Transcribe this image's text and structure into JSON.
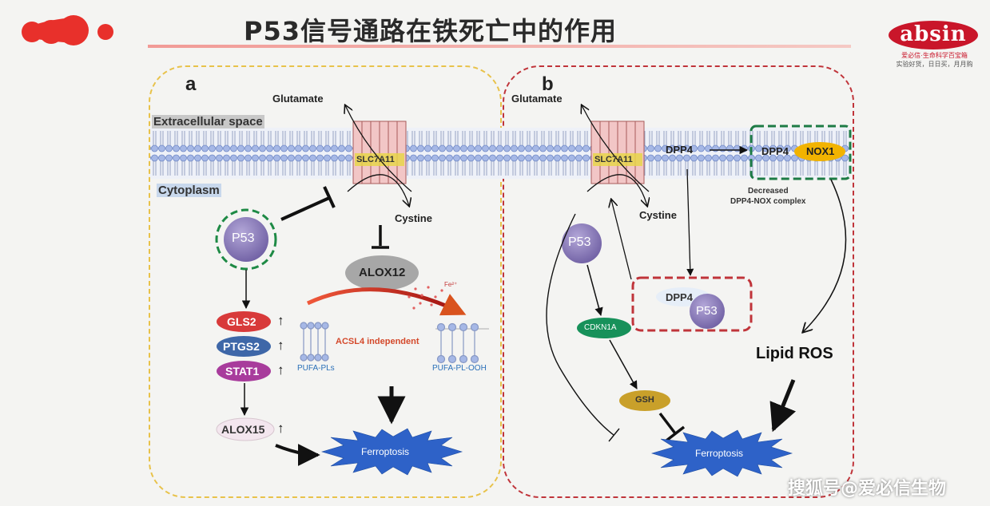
{
  "header": {
    "title": "P53信号通路在铁死亡中的作用",
    "brand": {
      "name": "absin",
      "tagline": "爱必信·生命科学百宝箱",
      "slogan": "实验好货，日日买，月月购"
    }
  },
  "panel_a": {
    "letter": "a",
    "extracellular": "Extracellular space",
    "cytoplasm": "Cytoplasm",
    "glutamate": "Glutamate",
    "transporter": "SLC7A11",
    "cystine": "Cystine",
    "p53": "P53",
    "alox12": "ALOX12",
    "fe": "Fe²⁺",
    "genes": [
      {
        "label": "GLS2",
        "up": "↑"
      },
      {
        "label": "PTGS2",
        "up": "↑"
      },
      {
        "label": "STAT1",
        "up": "↑"
      }
    ],
    "alox15": {
      "label": "ALOX15",
      "up": "↑"
    },
    "pufa_pl": "PUFA-PLs",
    "pufa_pl_ooh": "PUFA-PL-OOH",
    "acsl4": "ACSL4 independent",
    "ferroptosis": "Ferroptosis"
  },
  "panel_b": {
    "letter": "b",
    "glutamate": "Glutamate",
    "transporter": "SLC7A11",
    "cystine": "Cystine",
    "dpp4": "DPP4",
    "dpp4_complex": "DPP4",
    "nox1": "NOX1",
    "decreased": [
      "Decreased",
      "DPP4-NOX complex"
    ],
    "p53": "P53",
    "cdkn1a": "CDKN1A",
    "dpp4_p53_dpp4": "DPP4",
    "dpp4_p53_p53": "P53",
    "gsh": "GSH",
    "lipid_ros": "Lipid ROS",
    "ferroptosis": "Ferroptosis"
  },
  "watermark": "搜狐号@爱必信生物",
  "colors": {
    "title_line": "#f19a96",
    "panel_a_border": "#e8c24a",
    "panel_b_border": "#c0343a",
    "p53_fill": "#8576b4",
    "transporter_fill": "#f2c6c6",
    "gls2": "#d83a3a",
    "ptgs2": "#3e67a8",
    "stat1": "#a83c9c",
    "gsh": "#c9a02a",
    "cdkn1a": "#17915a",
    "nox1": "#f2b300",
    "ferroptosis": "#2e62c8"
  }
}
